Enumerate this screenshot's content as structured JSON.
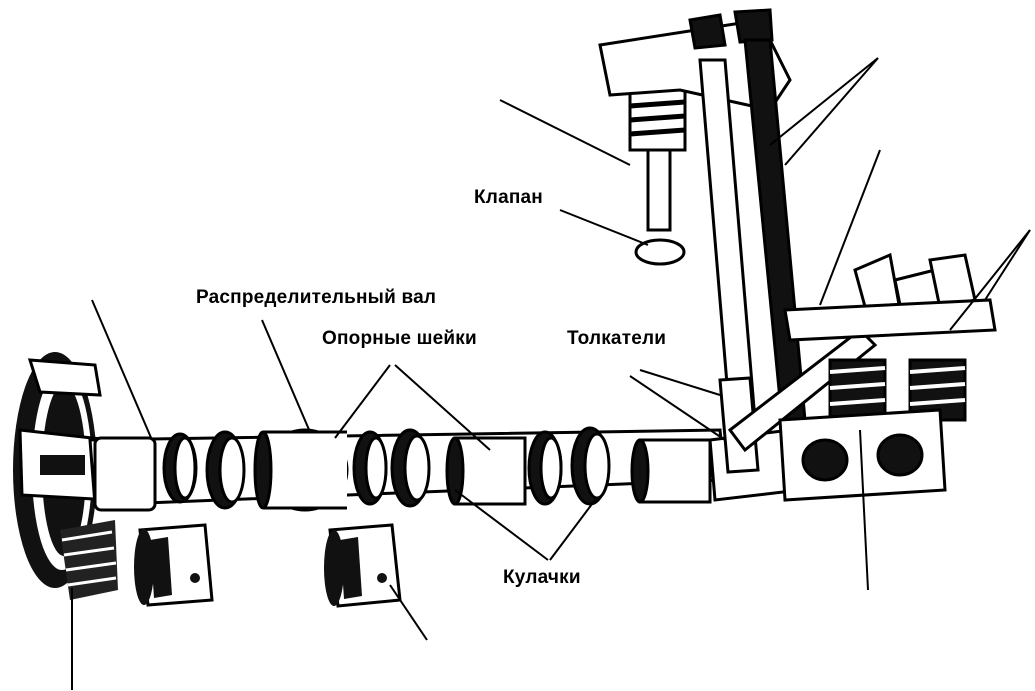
{
  "labels": {
    "valve": "Клапан",
    "camshaft": "Распределительный вал",
    "journals": "Опорные шейки",
    "pushrods": "Толкатели",
    "cams": "Кулачки"
  },
  "colors": {
    "ink": "#000000",
    "paper": "#ffffff"
  }
}
